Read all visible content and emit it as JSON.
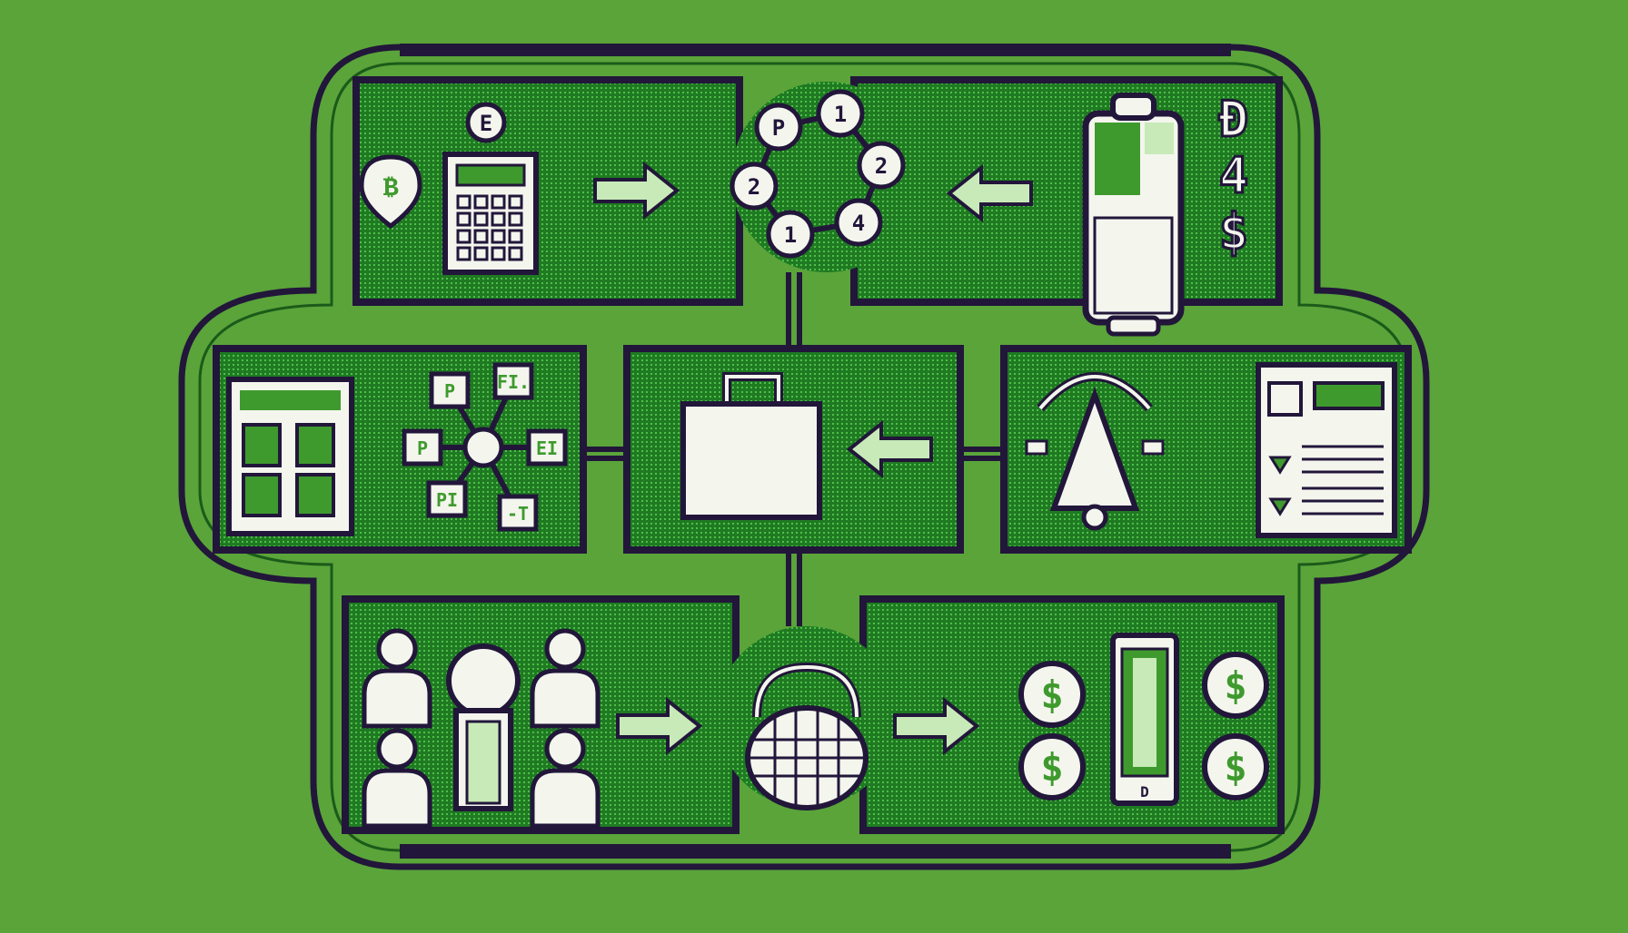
{
  "colors": {
    "background": "#5aa43a",
    "panel_fill": "#1f7a22",
    "panel_dot": "#4fc04a",
    "outline": "#22163a",
    "icon_white": "#f4f6ee",
    "icon_green": "#3f9a2e",
    "arrow_fill": "#c8eab8"
  },
  "top": {
    "coin_tag_symbol": "₿",
    "calculator_top_letter": "E",
    "network_nodes": [
      "P",
      "1",
      "2",
      "2",
      "1",
      "4"
    ],
    "currency_symbols": [
      "Đ",
      "4",
      "$"
    ]
  },
  "middle": {
    "hub_labels": [
      "P",
      "FI.",
      "P",
      "EI",
      "PI",
      "-T"
    ]
  },
  "bottom": {
    "coin_symbols": [
      "$",
      "$",
      "$",
      "$"
    ],
    "phone_label": "D"
  },
  "icons": {
    "coin_tag": "bitcoin-tag-icon",
    "calculator": "calculator-icon",
    "network": "node-network-icon",
    "jar": "jar-icon",
    "dashboard": "dashboard-icon",
    "hub": "hub-network-icon",
    "shopping_bag": "shopping-bag-icon",
    "bell": "bell-icon",
    "checklist": "checklist-document-icon",
    "people": "people-icon",
    "person_pedestal": "person-pedestal-icon",
    "basket": "basket-icon",
    "dollar_coin": "dollar-coin-icon",
    "phone": "phone-icon",
    "arrow": "arrow-icon"
  }
}
